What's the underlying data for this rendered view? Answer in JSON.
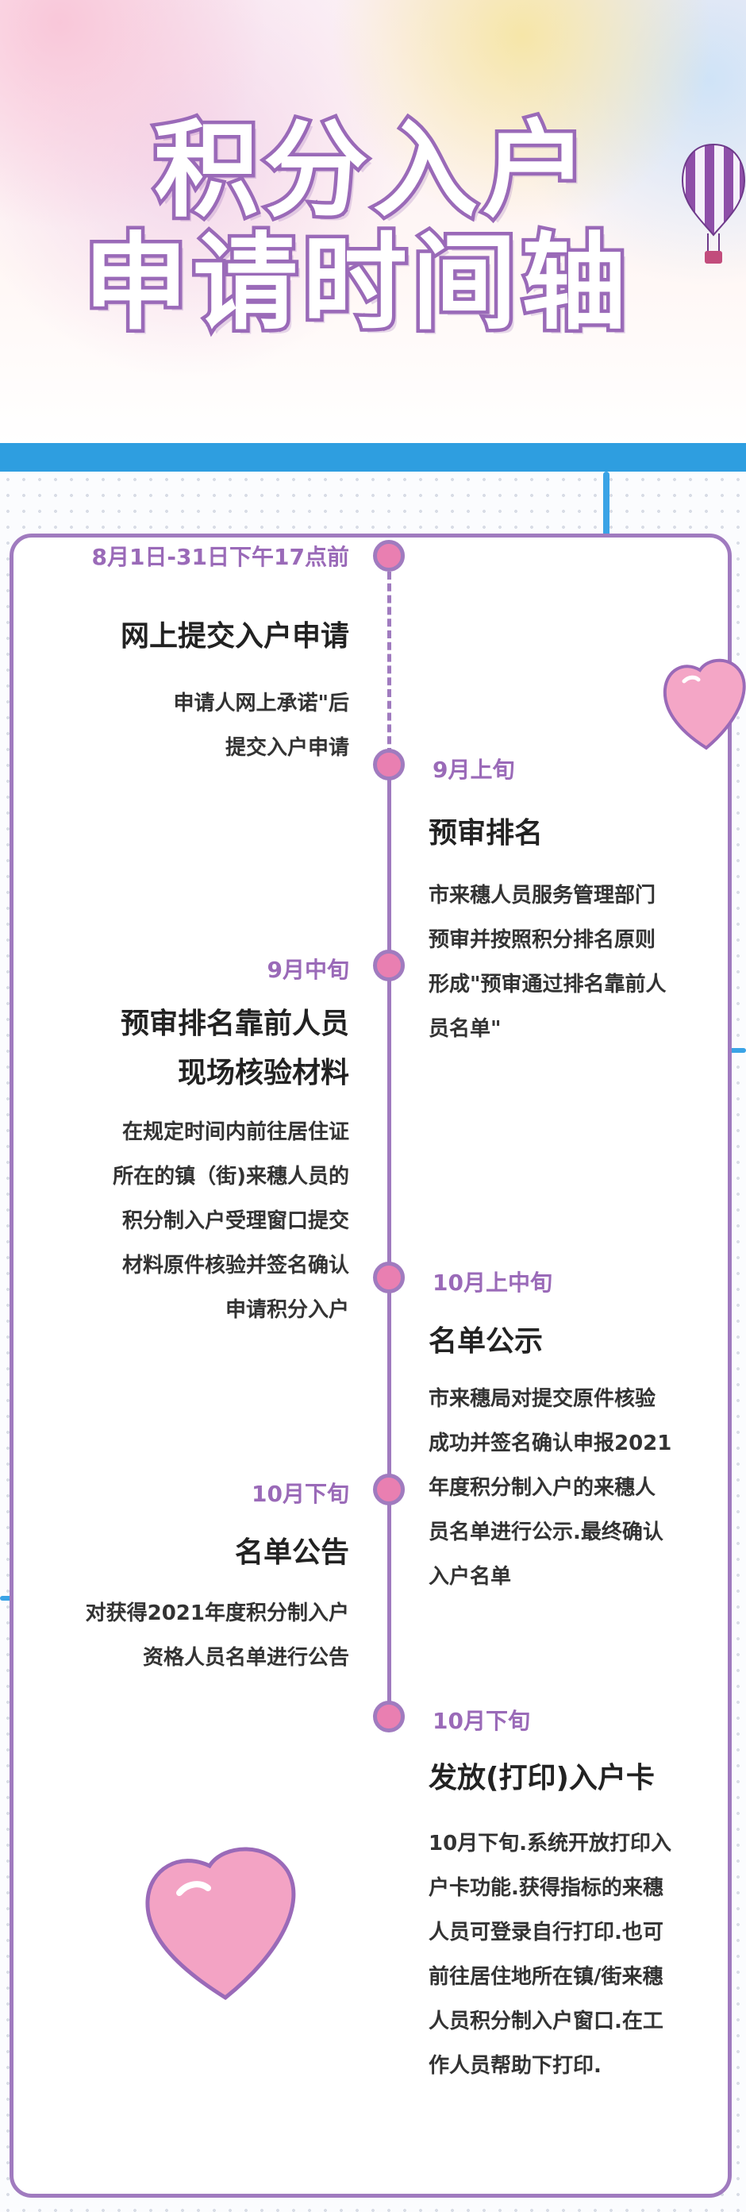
{
  "header": {
    "title_line1": "积分入户",
    "title_line2": "申请时间轴"
  },
  "colors": {
    "accent_purple": "#a07bbf",
    "dot_pink": "#e97fb1",
    "band_blue": "#2e9ee0"
  },
  "timeline": [
    {
      "date": "8月1日-31日下午17点前",
      "title_lines": [
        "网上提交入户申请"
      ],
      "desc_lines": [
        "申请人网上承诺\"后",
        "提交入户申请"
      ]
    },
    {
      "date": "9月上旬",
      "title_lines": [
        "预审排名"
      ],
      "desc_lines": [
        "市来穗人员服务管理部门",
        "预审并按照积分排名原则",
        "形成\"预审通过排名靠前人",
        "员名单\""
      ]
    },
    {
      "date": "9月中旬",
      "title_lines": [
        "预审排名靠前人员",
        "现场核验材料"
      ],
      "desc_lines": [
        "在规定时间内前往居住证",
        "所在的镇（街)来穗人员的",
        "积分制入户受理窗口提交",
        "材料原件核验并签名确认",
        "申请积分入户"
      ]
    },
    {
      "date": "10月上中旬",
      "title_lines": [
        "名单公示"
      ],
      "desc_lines": [
        "市来穗局对提交原件核验",
        "成功并签名确认申报2021",
        "年度积分制入户的来穗人",
        "员名单进行公示.最终确认",
        "入户名单"
      ]
    },
    {
      "date": "10月下旬",
      "title_lines": [
        "名单公告"
      ],
      "desc_lines": [
        "对获得2021年度积分制入户",
        "资格人员名单进行公告"
      ]
    },
    {
      "date": "10月下旬",
      "title_lines": [
        "发放(打印)入户卡"
      ],
      "desc_lines": [
        "10月下旬.系统开放打印入",
        "户卡功能.获得指标的来穗",
        "人员可登录自行打印.也可",
        "前往居住地所在镇/街来穗",
        "人员积分制入户窗口.在工",
        "作人员帮助下打印."
      ]
    }
  ]
}
